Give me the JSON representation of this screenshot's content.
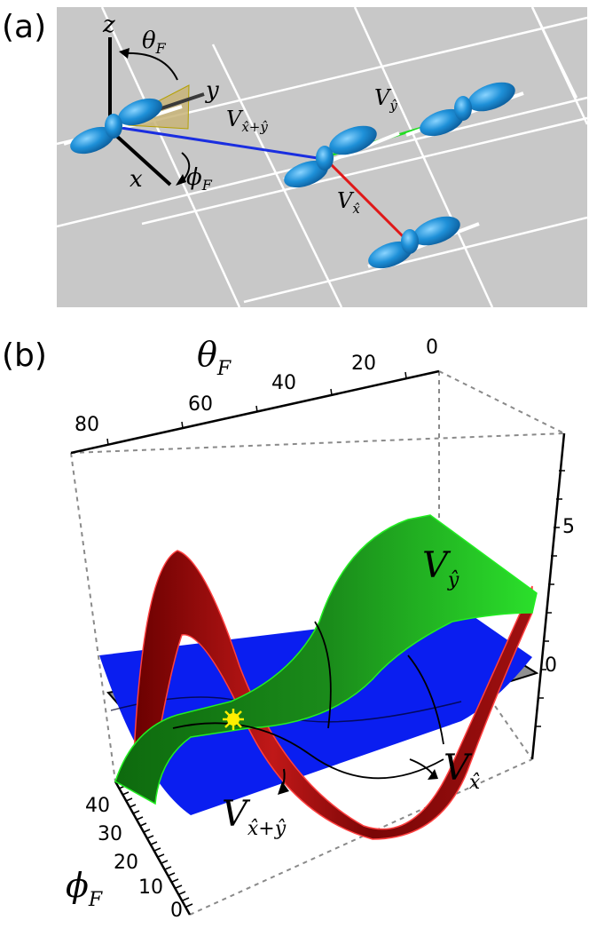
{
  "panel_a": {
    "label": "(a)",
    "axes": {
      "x": "x",
      "y": "y",
      "z": "z"
    },
    "angles": {
      "theta": "θ",
      "theta_sub": "F",
      "phi": "ϕ",
      "phi_sub": "F"
    },
    "bond_labels": {
      "diag": {
        "main": "V",
        "sub": "x̂+ŷ"
      },
      "y": {
        "main": "V",
        "sub": "ŷ"
      },
      "x": {
        "main": "V",
        "sub": "x̂"
      }
    },
    "colors": {
      "background": "#c8c8c8",
      "lattice": "#ffffff",
      "molecule": "#1e90d8",
      "bond_diag": "#1a2ee0",
      "bond_y": "#22dd22",
      "bond_x": "#e01818",
      "cone": "#c8b478"
    }
  },
  "panel_b": {
    "label": "(b)",
    "theta_axis": {
      "main": "θ",
      "sub": "F",
      "ticks": [
        "80",
        "60",
        "40",
        "20",
        "0"
      ]
    },
    "phi_axis": {
      "main": "ϕ",
      "sub": "F",
      "ticks": [
        "40",
        "30",
        "20",
        "10",
        "0"
      ]
    },
    "v_axis": {
      "ticks": [
        "5",
        "0"
      ]
    },
    "surface_labels": {
      "y": {
        "main": "V",
        "sub": "ŷ"
      },
      "x": {
        "main": "V",
        "sub": "x̂"
      },
      "diag": {
        "main": "V",
        "sub": "x̂+ŷ"
      }
    },
    "colors": {
      "surface_x": "#b01010",
      "surface_y": "#22cc22",
      "surface_diag": "#0a1ef0",
      "zero_plane": "#909090",
      "marker": "#ffee00"
    }
  }
}
